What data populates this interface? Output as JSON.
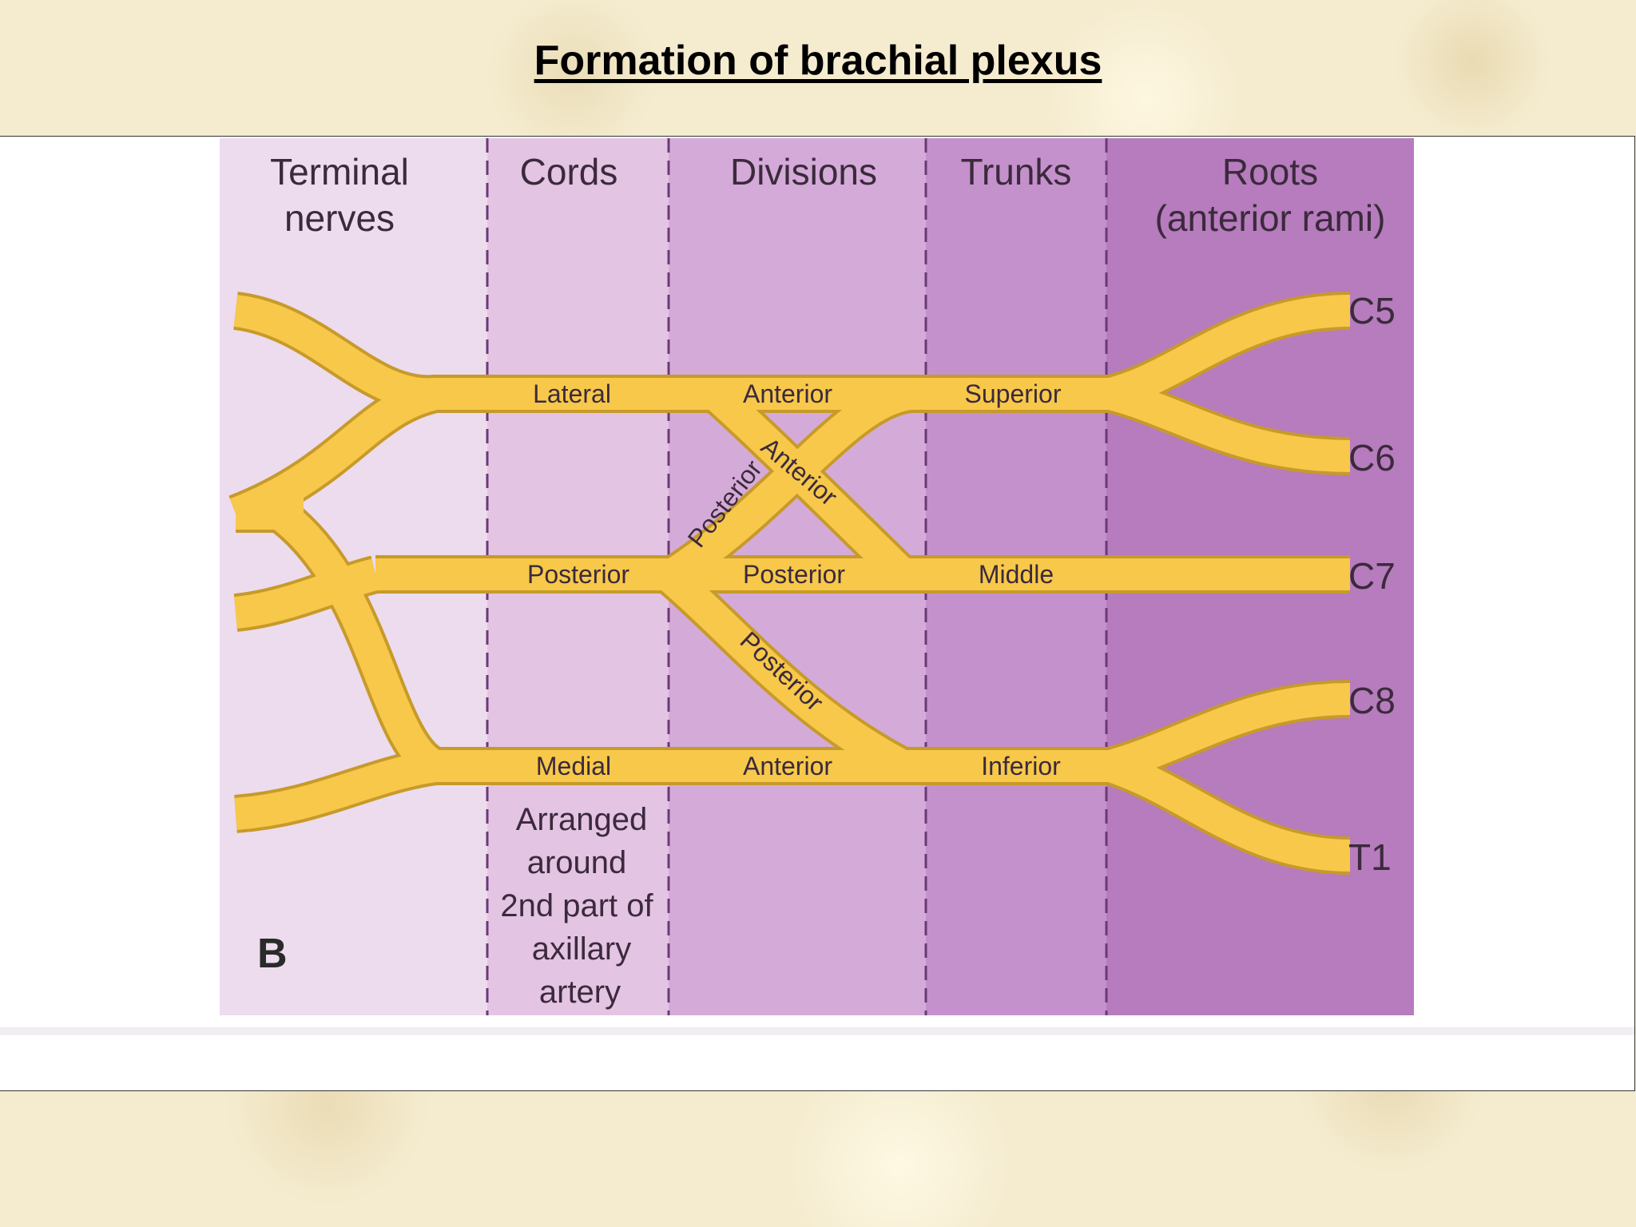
{
  "slide": {
    "title": "Formation of brachial plexus"
  },
  "figure": {
    "panel_letter": "B",
    "columns": [
      {
        "key": "terminal",
        "lines": [
          "Terminal",
          "nerves"
        ],
        "color": "#ecdcee"
      },
      {
        "key": "cords",
        "lines": [
          "Cords"
        ],
        "color": "#e4c4e3"
      },
      {
        "key": "divisions",
        "lines": [
          "Divisions"
        ],
        "color": "#d4abd8"
      },
      {
        "key": "trunks",
        "lines": [
          "Trunks"
        ],
        "color": "#c591cc"
      },
      {
        "key": "roots",
        "lines": [
          "Roots",
          "(anterior rami)"
        ],
        "color": "#b67cbd"
      }
    ],
    "roots": [
      "C5",
      "C6",
      "C7",
      "C8",
      "T1"
    ],
    "trunks": [
      "Superior",
      "Middle",
      "Inferior"
    ],
    "divisions": {
      "lateral_row": "Anterior",
      "anterior_diag": "Anterior",
      "posterior_diag_upper": "Posterior",
      "middle_row": "Posterior",
      "posterior_diag_lower": "Posterior",
      "medial_row": "Anterior"
    },
    "cords": [
      "Lateral",
      "Posterior",
      "Medial"
    ],
    "cord_note": [
      "Arranged",
      "around",
      "2nd part of",
      "axillary",
      "artery"
    ],
    "colors": {
      "nerve_fill": "#f7c84a",
      "nerve_outline": "#c79a2a",
      "divider": "#6a3a76",
      "text": "#3b2a3c"
    }
  }
}
